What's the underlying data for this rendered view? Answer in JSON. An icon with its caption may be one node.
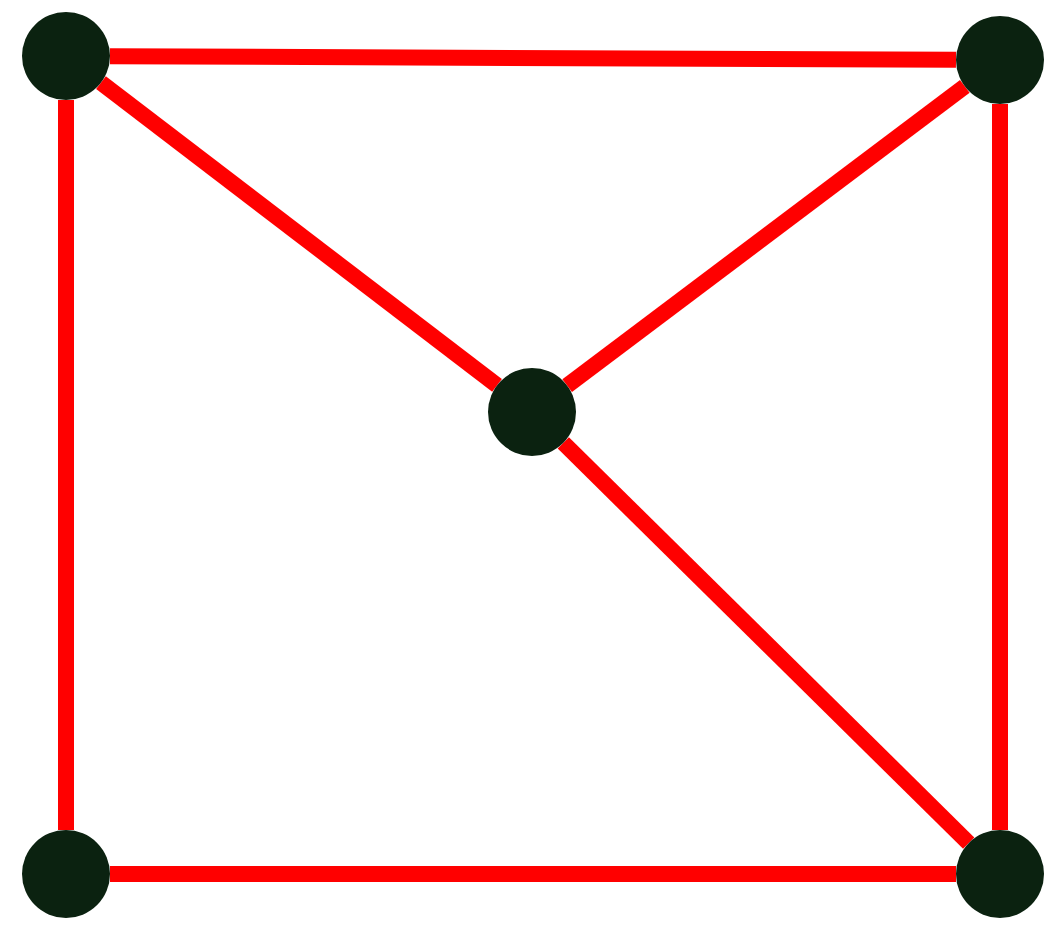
{
  "diagram": {
    "nodes": [
      {
        "text": [],
        "shape": "circle"
      },
      {
        "text": [],
        "shape": "circle"
      },
      {
        "text": [],
        "shape": "circle"
      },
      {
        "text": [],
        "shape": "circle"
      },
      {
        "text": [],
        "shape": "circle"
      }
    ],
    "edges": [
      {
        "from": 0,
        "to": 1,
        "arrow": "none"
      },
      {
        "from": 0,
        "to": 2,
        "arrow": "none"
      },
      {
        "from": 1,
        "to": 2,
        "arrow": "none"
      },
      {
        "from": 2,
        "to": 4,
        "arrow": "none"
      },
      {
        "from": 0,
        "to": 3,
        "arrow": "none"
      },
      {
        "from": 1,
        "to": 4,
        "arrow": "none"
      },
      {
        "from": 3,
        "to": 4,
        "arrow": "none"
      }
    ]
  }
}
